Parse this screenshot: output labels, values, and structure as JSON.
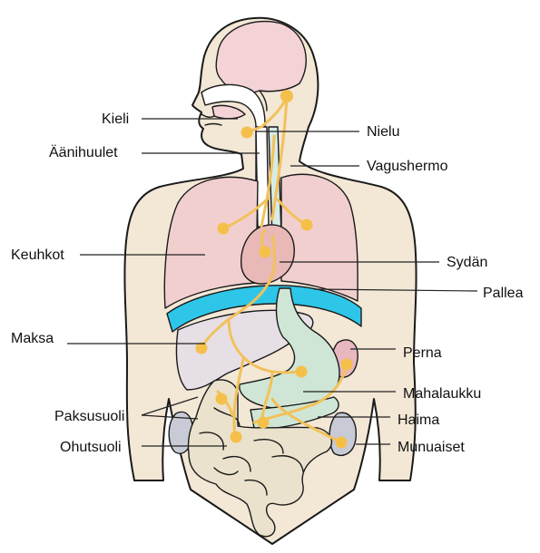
{
  "labels": {
    "kieli": "Kieli",
    "aanihuulet": "Äänihuulet",
    "keuhkot": "Keuhkot",
    "maksa": "Maksa",
    "paksusuoli": "Paksusuoli",
    "ohutsuoli": "Ohutsuoli",
    "nielu": "Nielu",
    "vagushermo": "Vagushermo",
    "sydan": "Sydän",
    "pallea": "Pallea",
    "perna": "Perna",
    "mahalaukku": "Mahalaukku",
    "haima": "Haima",
    "munuaiset": "Munuaiset"
  },
  "colors": {
    "skin": "#f3e7d6",
    "brain": "#f4d3d6",
    "lung": "#f2cfcf",
    "heart": "#e8b9b6",
    "diaphragm": "#2ec6e8",
    "liver": "#e6dfe6",
    "stomach": "#cfe6d6",
    "intestine": "#eae2cc",
    "kidney": "#c8cad6",
    "spleen": "#e9b7bf",
    "nerve": "#f2c15a"
  }
}
